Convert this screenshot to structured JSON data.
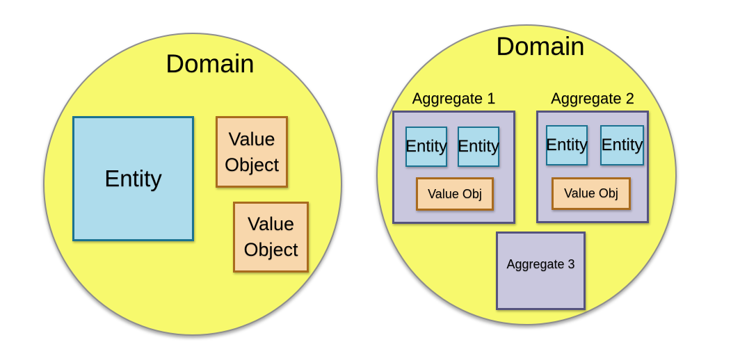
{
  "colors": {
    "domain_fill": "#F7F96D",
    "domain_border": "#8E8E8E",
    "entity_fill": "#AEDCEC",
    "entity_border": "#1B7291",
    "value_fill": "#F8D7AC",
    "value_border": "#A96B1E",
    "aggregate_fill": "#C9C7DE",
    "aggregate_border": "#55537E",
    "text": "#000000",
    "background": "#FFFFFF"
  },
  "left_domain": {
    "title": "Domain",
    "entity": "Entity",
    "value_objects": [
      "Value Object",
      "Value Object"
    ]
  },
  "right_domain": {
    "title": "Domain",
    "aggregates": [
      {
        "label": "Aggregate 1",
        "entities": [
          "Entity",
          "Entity"
        ],
        "value_object": "Value Obj"
      },
      {
        "label": "Aggregate 2",
        "entities": [
          "Entity",
          "Entity"
        ],
        "value_object": "Value Obj"
      },
      {
        "label": "Aggregate 3"
      }
    ]
  }
}
